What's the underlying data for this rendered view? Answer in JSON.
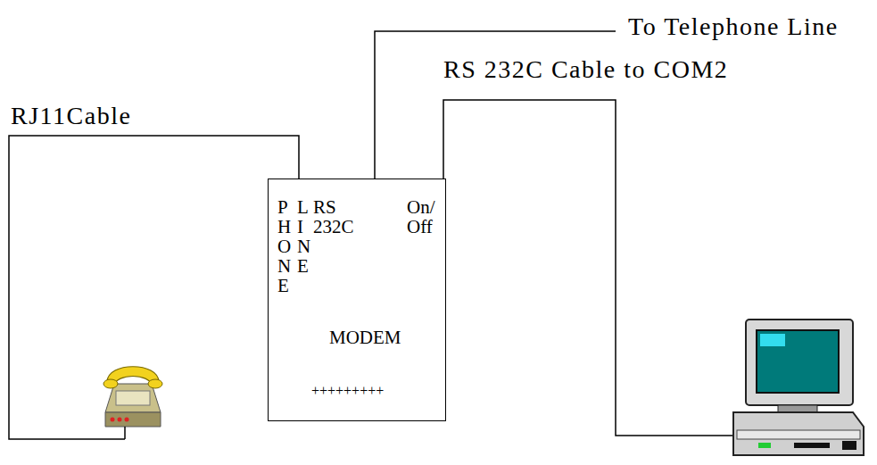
{
  "diagram": {
    "nodes": [
      {
        "text": [
          "P H O N E",
          "L I N E",
          "RS 232C",
          "On/ Off",
          "MODEM",
          "+++++++++"
        ]
      }
    ],
    "labels": [
      "To Telephone Line",
      "RS 232C Cable to COM2",
      "RJ11Cable"
    ]
  }
}
